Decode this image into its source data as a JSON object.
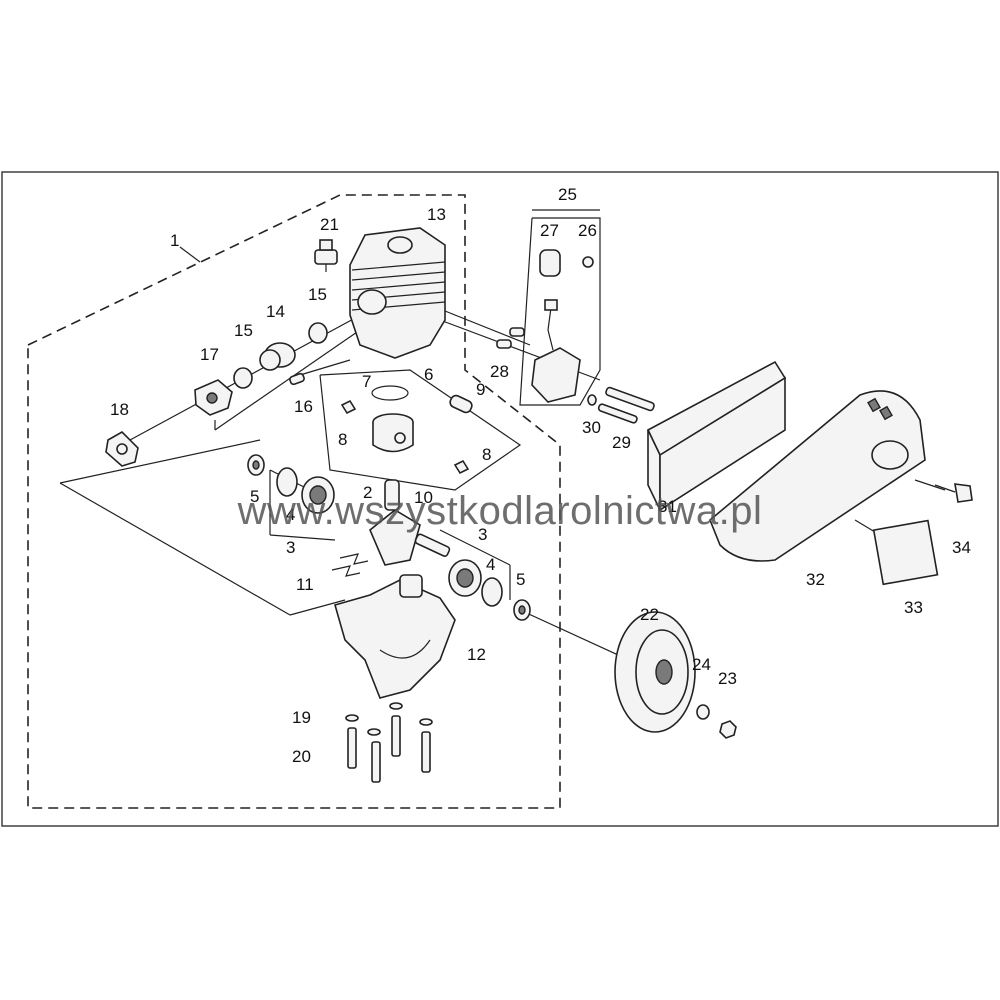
{
  "watermark": "www.wszystkodlarolnictwa.pl",
  "callouts": {
    "c1": "1",
    "c2": "2",
    "c3a": "3",
    "c3b": "3",
    "c4a": "4",
    "c4b": "4",
    "c5a": "5",
    "c5b": "5",
    "c6": "6",
    "c7": "7",
    "c8a": "8",
    "c8b": "8",
    "c9": "9",
    "c10": "10",
    "c11": "11",
    "c12": "12",
    "c13": "13",
    "c14": "14",
    "c15a": "15",
    "c15b": "15",
    "c16": "16",
    "c17": "17",
    "c18": "18",
    "c19": "19",
    "c20": "20",
    "c21": "21",
    "c22": "22",
    "c23": "23",
    "c24": "24",
    "c25": "25",
    "c26": "26",
    "c27": "27",
    "c28": "28",
    "c29": "29",
    "c30": "30",
    "c31": "31",
    "c32": "32",
    "c33": "33",
    "c34": "34"
  }
}
